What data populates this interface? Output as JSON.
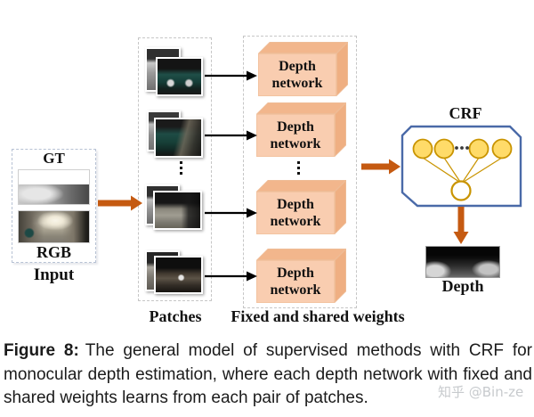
{
  "figure": {
    "input_group": {
      "gt_label": "GT",
      "rgb_label": "RGB",
      "label": "Input"
    },
    "patches_group": {
      "label": "Patches"
    },
    "network_group": {
      "label": "Fixed and shared weights",
      "network_line1": "Depth",
      "network_line2": "network",
      "box_count": 4
    },
    "crf_group": {
      "label": "CRF",
      "top_node_count": 4,
      "has_ellipsis": true,
      "output_node_count": 1
    },
    "output_group": {
      "label": "Depth"
    }
  },
  "caption": {
    "lead": "Figure 8:",
    "body": "The general model of supervised methods with CRF for monocular depth estimation, where each depth network with fixed and shared weights learns from each pair of patches."
  },
  "watermark": {
    "text": "知乎 @Bin-ze"
  },
  "colors": {
    "arrow_orange": "#C55A11",
    "arrow_black": "#000000",
    "network_box_front": "#F9CDB0",
    "network_box_top": "#F2B68C",
    "network_box_side": "#EFAF82",
    "crf_border": "#4A6AA8",
    "crf_node_fill": "#FFDB69",
    "crf_node_stroke": "#C99400",
    "dashed_border": "#C6C6C6"
  }
}
